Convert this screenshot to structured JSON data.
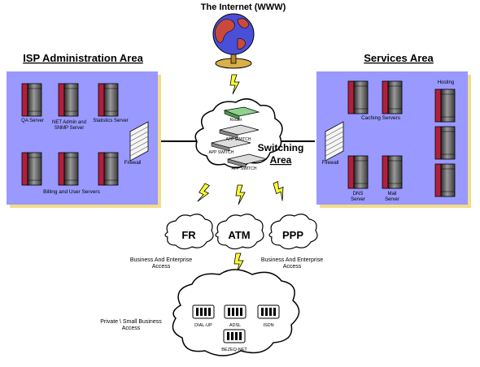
{
  "title_internet": "The Internet (WWW)",
  "isp": {
    "heading": "ISP Administration Area",
    "qa_server": "QA Server",
    "net_admin_1": "NET Admin and",
    "net_admin_2": "SNMP Server",
    "statistics": "Statistics Server",
    "firewall": "Firewall",
    "billing": "Billing and  User Servers"
  },
  "services": {
    "heading": "Services  Area",
    "hosting": "Hosting",
    "caching": "Caching  Servers",
    "firewall": "Firewall",
    "dns_1": "DNS",
    "dns_2": "Server",
    "mail_1": "Mail",
    "mail_2": "Server"
  },
  "switching": {
    "label_1": "Switching",
    "label_2": "Area",
    "router": "Router",
    "app_switch_1": "APP SWITCH",
    "app_switch_2": "APP SWITCH",
    "app_switch_3": "APP SWITCH"
  },
  "clouds": {
    "fr": "FR",
    "atm": "ATM",
    "ppp": "PPP"
  },
  "access": {
    "left_1": "Business And  Enterprise",
    "left_2": "Access",
    "right_1": "Business And  Enterprise",
    "right_2": "Access",
    "private_1": "Private \\ Small Business",
    "private_2": "Access"
  },
  "modems": {
    "dialup": "DIAL-UP",
    "adsl": "ADSL",
    "isdn": "ISDN",
    "bezeq": "BEZEQ-NET"
  },
  "colors": {
    "panel": "#9999ff",
    "panel_edge": "#f2dc88",
    "server_red": "#b0203c",
    "bolt": "#ffff33"
  }
}
